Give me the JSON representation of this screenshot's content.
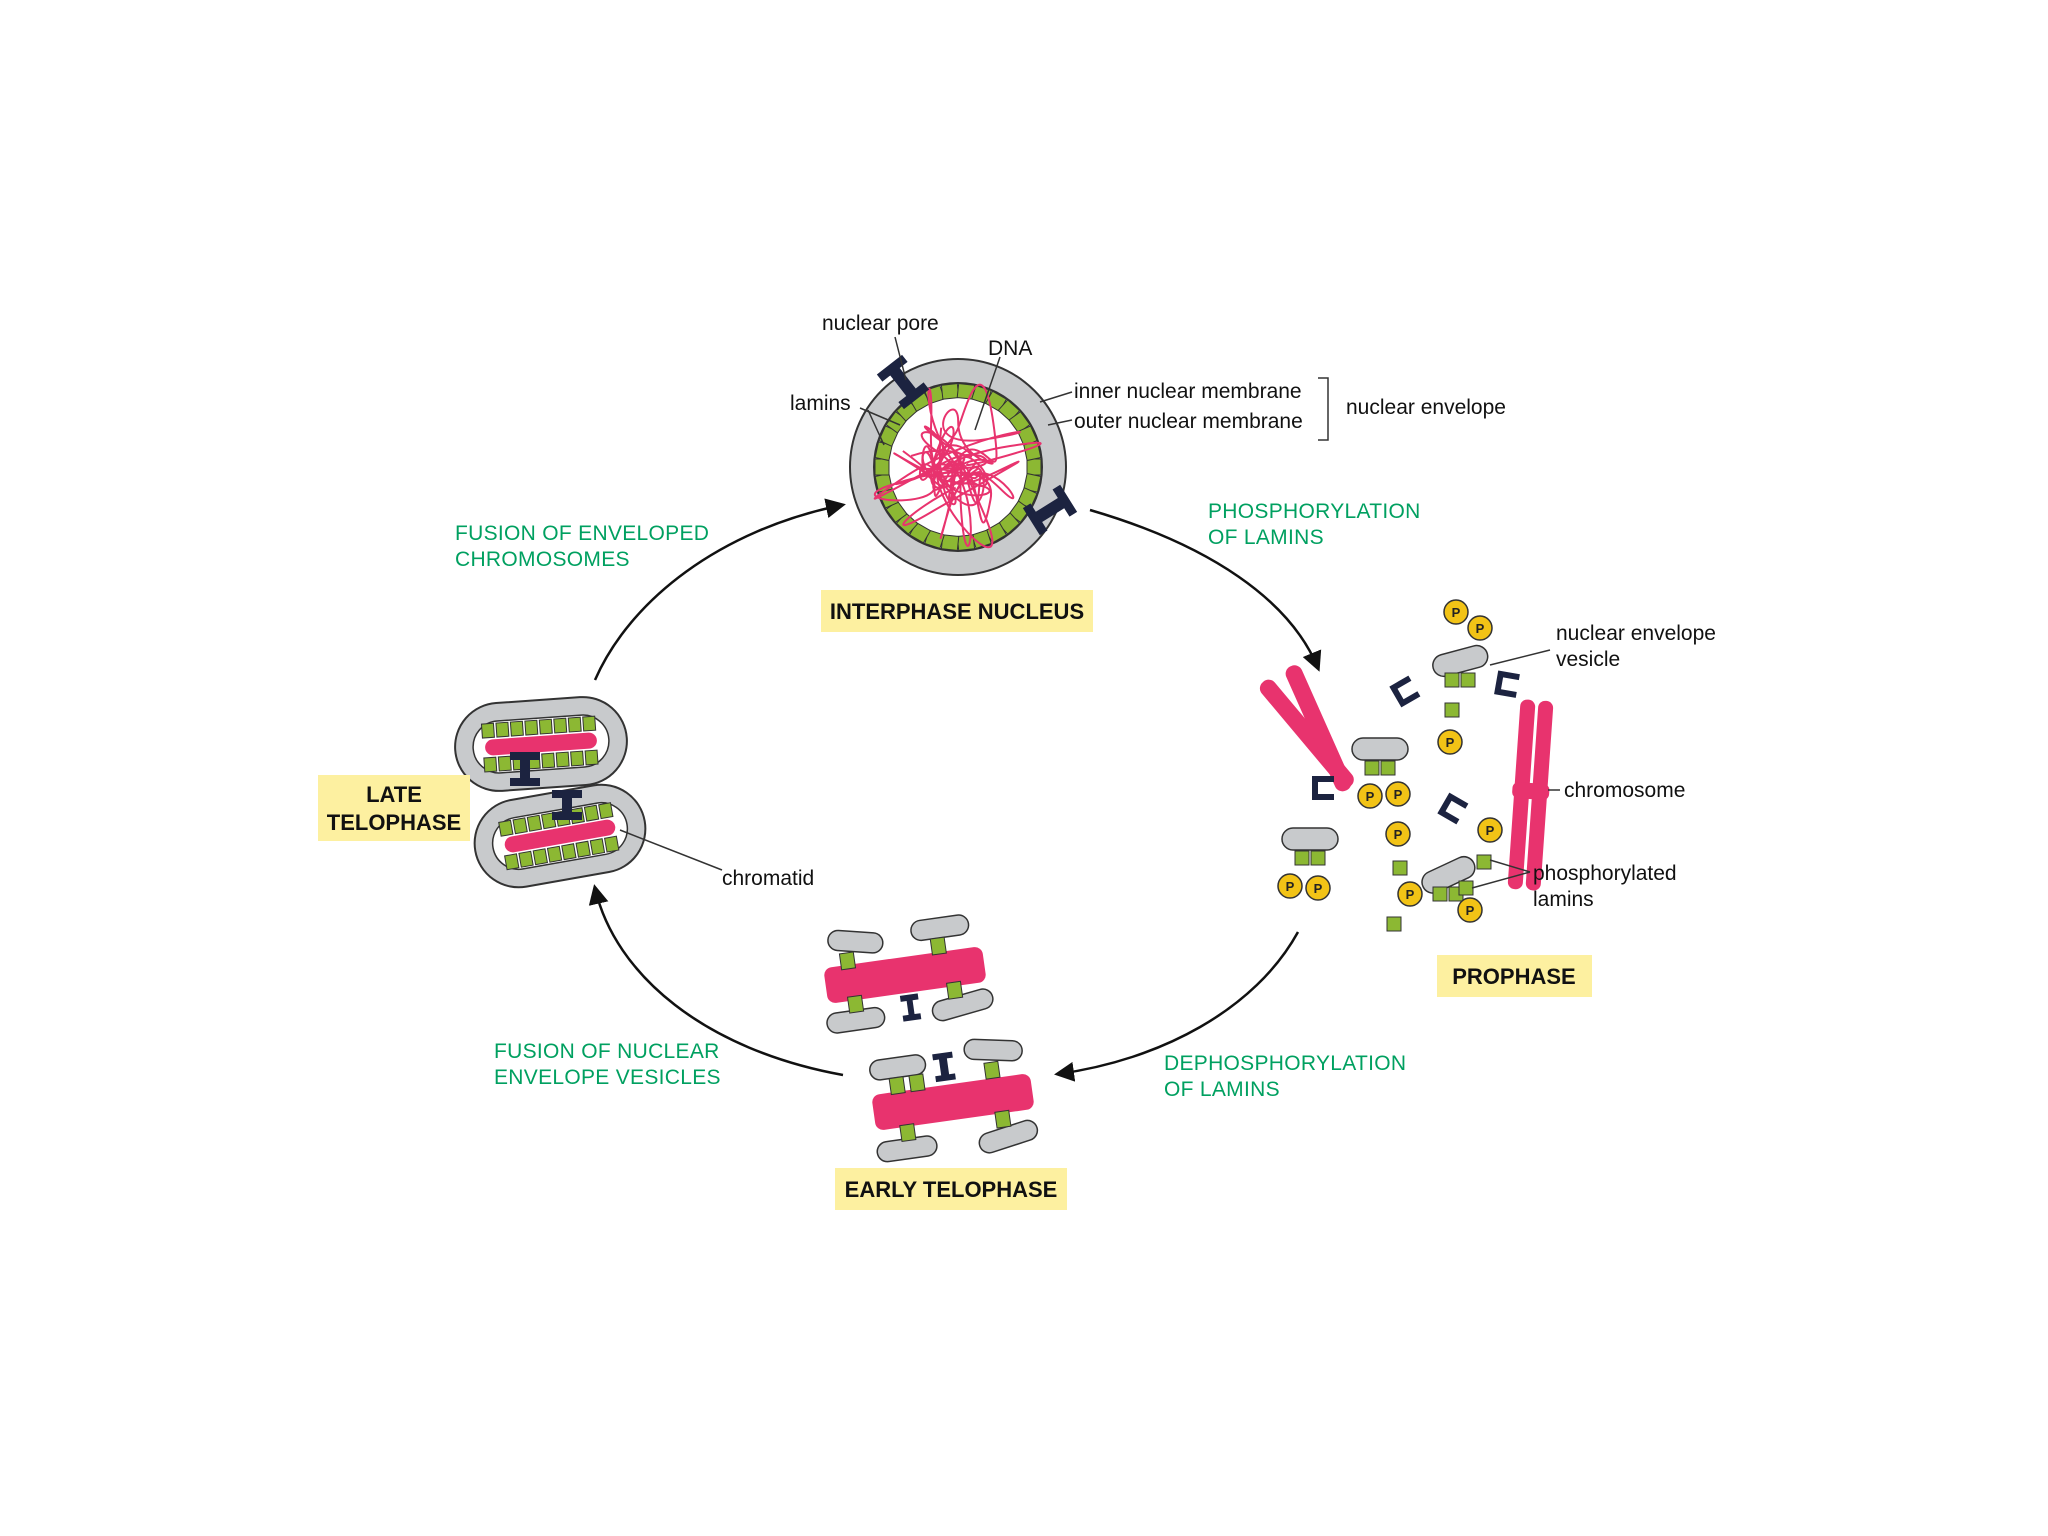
{
  "labels": {
    "nuclear_pore": "nuclear pore",
    "dna": "DNA",
    "lamins": "lamins",
    "inner_membrane": "inner nuclear membrane",
    "outer_membrane": "outer nuclear membrane",
    "nuclear_envelope": "nuclear envelope",
    "envelope_vesicle_1": "nuclear envelope",
    "envelope_vesicle_2": "vesicle",
    "chromosome": "chromosome",
    "phosphorylated_1": "phosphorylated",
    "phosphorylated_2": "lamins",
    "chromatid": "chromatid",
    "phospho_symbol": "P"
  },
  "steps": {
    "phosphorylation_1": "PHOSPHORYLATION",
    "phosphorylation_2": "OF LAMINS",
    "dephosphorylation_1": "DEPHOSPHORYLATION",
    "dephosphorylation_2": "OF LAMINS",
    "fusion_vesicles_1": "FUSION OF NUCLEAR",
    "fusion_vesicles_2": "ENVELOPE VESICLES",
    "fusion_chromosomes_1": "FUSION OF ENVELOPED",
    "fusion_chromosomes_2": "CHROMOSOMES"
  },
  "stages": {
    "interphase": "INTERPHASE NUCLEUS",
    "prophase": "PROPHASE",
    "early_telophase": "EARLY TELOPHASE",
    "late_telophase_1": "LATE",
    "late_telophase_2": "TELOPHASE"
  },
  "colors": {
    "lamin_green": "#8cb833",
    "membrane_gray": "#c8cacc",
    "chromatin_pink": "#e8336e",
    "pore_navy": "#1c2340",
    "phosphate_yellow": "#f2c316",
    "step_green": "#00a060",
    "stage_box_yellow": "#fdf0a0"
  }
}
